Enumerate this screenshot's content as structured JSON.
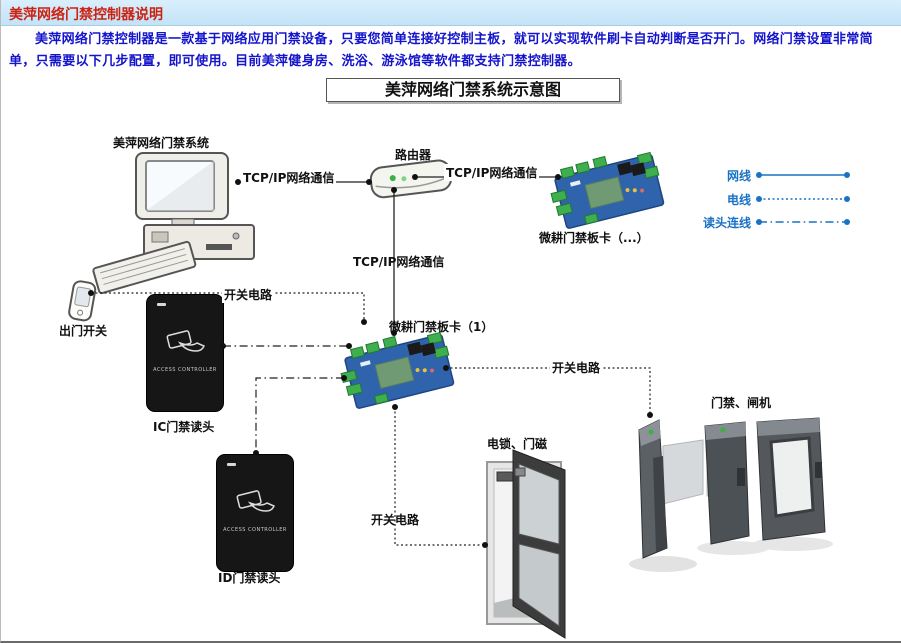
{
  "header": {
    "title": "美萍网络门禁控制器说明"
  },
  "intro": {
    "text": "美萍网络门禁控制器是一款基于网络应用门禁设备，只要您简单连接好控制主板，就可以实现软件刷卡自动判断是否开门。网络门禁设置非常简单，只需要以下几步配置，即可使用。目前美萍健身房、洗浴、游泳馆等软件都支持门禁控制器。"
  },
  "diagram": {
    "title": "美萍网络门禁系统示意图"
  },
  "labels": {
    "computer": "美萍网络门禁系统",
    "router": "路由器",
    "board_multi": "微耕门禁板卡（...）",
    "board_one": "微耕门禁板卡（1）",
    "exit_switch": "出门开关",
    "ic_reader": "IC门禁读头",
    "id_reader": "ID门禁读头",
    "door": "电锁、门磁",
    "turnstile": "门禁、闸机",
    "reader_device_text": "ACCESS CONTROLLER"
  },
  "connections": {
    "tcpip": "TCP/IP网络通信",
    "switch_circuit": "开关电路"
  },
  "legend": {
    "items": [
      {
        "label": "网线",
        "style": "solid"
      },
      {
        "label": "电线",
        "style": "dotted"
      },
      {
        "label": "读头连线",
        "style": "dash-dot"
      }
    ]
  },
  "colors": {
    "legend_blue": "#1a72c4",
    "title_red": "#cc2211",
    "body_blue": "#1414cc",
    "header_bg": "#cfe9fb"
  }
}
